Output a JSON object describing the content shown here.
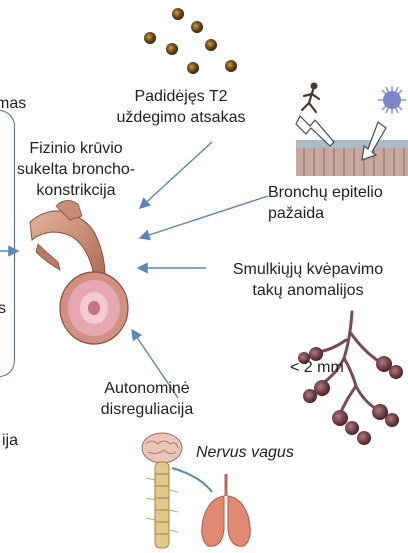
{
  "labels": {
    "top_left_fragment": "mas",
    "t2": [
      "Padidėjęs T2",
      "uždegimo atsakas"
    ],
    "exercise": [
      "Fizinio krūvio",
      "sukelta broncho-",
      "konstrikcija"
    ],
    "epithelium": [
      "Bronchų epitelio",
      "pažaida"
    ],
    "small_airways": [
      "Smulkiųjų kvėpavimo",
      "takų anomalijos"
    ],
    "size": "< 2 mm",
    "autonomic": [
      "Autonominė",
      "disreguliacija"
    ],
    "vagus": "Nervus vagus",
    "left_fragment": "s",
    "bottom_left_fragment": "ija"
  },
  "colors": {
    "arrow": "#5b86b5",
    "frame": "#4f6d8f",
    "airway_outer": "#c9917a",
    "airway_inner": "#e6a8b0",
    "lung": "#e08a74",
    "particle": "#5a3b1e",
    "alveoli": "#6b3a42"
  },
  "icons": [
    "airway-illustration",
    "particles-icon",
    "runner-icon",
    "virus-icon",
    "epithelium-icon",
    "alveoli-icon",
    "brain-icon",
    "spine-icon",
    "lungs-icon"
  ]
}
